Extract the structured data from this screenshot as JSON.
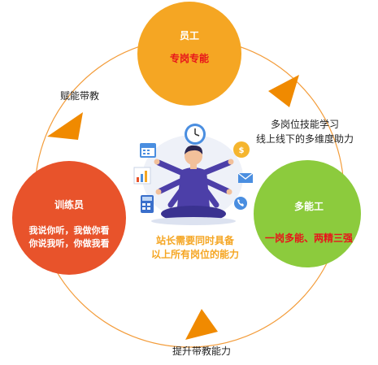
{
  "nodes": {
    "top": {
      "title": "员工",
      "subtitle": "专岗专能",
      "color": "#F5A623",
      "title_color": "#FFFFFF",
      "subtitle_color": "#E8141B"
    },
    "right": {
      "title": "多能工",
      "subtitle": "一岗多能、两精三强",
      "color": "#8CCB3D",
      "title_color": "#FFFFFF",
      "subtitle_color": "#E8141B"
    },
    "left": {
      "title": "训练员",
      "line1": "我说你听，我做你看",
      "line2": "你说我听，你做我看",
      "color": "#E8532B",
      "title_color": "#FFFFFF",
      "text_color": "#FFFFFF"
    }
  },
  "edges": {
    "top_right": {
      "line1": "多岗位技能学习",
      "line2": "线上线下的多维度助力"
    },
    "right_left": {
      "label": "提升带教能力"
    },
    "left_top": {
      "label": "赋能带教"
    }
  },
  "center": {
    "line1": "站长需要同时具备",
    "line2": "以上所有岗位的能力",
    "text_color": "#F5A623"
  },
  "colors": {
    "ring": "#F39C3A",
    "arrow": "#F08A00",
    "label_text": "#222222"
  },
  "icons": [
    "clock-icon",
    "coin-icon",
    "calendar-icon",
    "chart-icon",
    "mail-icon",
    "phone-icon",
    "calculator-icon",
    "bar-chart-icon"
  ]
}
